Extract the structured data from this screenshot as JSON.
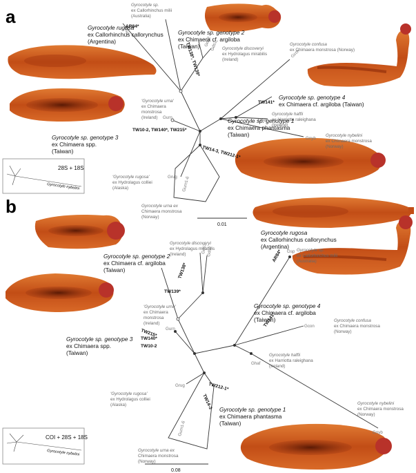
{
  "panels": [
    {
      "letter": "a",
      "inset_label": "28S + 18S",
      "inset_species": "Gyrocotyle nybelini",
      "scale_value": "0.01",
      "support_labels": [
        "AR84*",
        "TW138*, TW139*",
        "TW141*",
        "TW10-2, TW140*, TW215*",
        "TW14-3, TW212-1*"
      ],
      "tips": [
        "Gsp",
        "Gds2",
        "Gds1",
        "Gcon",
        "Ghaf",
        "Gnyb",
        "Gurn",
        "Grug",
        "Gurn1-6"
      ],
      "labels": [
        {
          "lines": [
            "Gyrocotyle rugosa",
            "ex Callorhinchus callorynchus",
            "(Argentina)"
          ]
        },
        {
          "lines": [
            "Gyrocotyle sp.",
            "ex Callorhinchus milii",
            "(Australia)"
          ]
        },
        {
          "lines": [
            "Gyrocotyle sp. genotype 2",
            "ex Chimaera cf. argiloba",
            "(Taiwan)"
          ]
        },
        {
          "lines": [
            "Gyrocotyle discoveryi",
            "ex Hydrolagus mirabilis",
            "(Ireland)"
          ]
        },
        {
          "lines": [
            "Gyrocotyle confusa",
            "ex Chimaera monstrosa (Norway)"
          ]
        },
        {
          "lines": [
            "Gyrocotyle sp. genotype 4",
            "ex Chimaera cf. argiloba (Taiwan)"
          ]
        },
        {
          "lines": [
            "'Gyrocotyle urna'",
            "ex Chimaera",
            "monstrosa",
            "(Ireland)"
          ]
        },
        {
          "lines": [
            "Gyrocotyle haffii",
            "ex Harriotta raleighana",
            "(Ireland)"
          ]
        },
        {
          "lines": [
            "Gyrocotyle sp. genotype 3",
            "ex Chimaera spp.",
            "(Taiwan)"
          ]
        },
        {
          "lines": [
            "Gyrocotyle nybelini",
            "ex Chimaera monstrosa",
            "(Norway)"
          ]
        },
        {
          "lines": [
            "Gyrocotyle sp. genotype 1",
            "ex Chimaera phantasma",
            "(Taiwan)"
          ]
        },
        {
          "lines": [
            "'Gyrocotyle rugosa'",
            "ex Hydrolagus colliei",
            "(Alaska)"
          ]
        },
        {
          "lines": [
            "Gyrocotyle urna ex",
            "Chimaera monstrosa",
            "(Norway)"
          ]
        }
      ]
    },
    {
      "letter": "b",
      "inset_label": "COI + 28S + 18S",
      "inset_species": "Gyrocotyle nybelini",
      "scale_value": "0.08",
      "support_labels": [
        "AR84*",
        "TW138*",
        "TW139*",
        "TW141*",
        "TW215*",
        "TW140*",
        "TW10-2",
        "TW212-1*",
        "TW14-3"
      ],
      "tips": [
        "Gsp",
        "Gds1",
        "Gds2",
        "Gcon",
        "Ghaf",
        "Gnyb",
        "Gurn",
        "Grug",
        "Gurn1-6"
      ],
      "labels": [
        {
          "lines": [
            "Gyrocotyle rugosa",
            "ex Callorhinchus callorynchus",
            "(Argentina)"
          ]
        },
        {
          "lines": [
            "Gyrocotyle sp.",
            "ex Callorhinchus milii",
            "(Australia)"
          ]
        },
        {
          "lines": [
            "Gyrocotyle sp. genotype 2",
            "ex Chimaera cf. argiloba",
            "(Taiwan)"
          ]
        },
        {
          "lines": [
            "Gyrocotyle discoveryi",
            "ex Hydrolagus mirabilis",
            "(Ireland)"
          ]
        },
        {
          "lines": [
            "Gyrocotyle sp. genotype 4",
            "ex Chimaera cf. argiloba",
            "(Taiwan)"
          ]
        },
        {
          "lines": [
            "Gyrocotyle confusa",
            "ex Chimaera monstrosa",
            "(Norway)"
          ]
        },
        {
          "lines": [
            "'Gyrocotyle urna'",
            "ex Chimaera",
            "monstrosa",
            "(Ireland)"
          ]
        },
        {
          "lines": [
            "Gyrocotyle sp. genotype 3",
            "ex Chimaera spp.",
            "(Taiwan)"
          ]
        },
        {
          "lines": [
            "Gyrocotyle haffii",
            "ex Harriotta raleighana",
            "(Ireland)"
          ]
        },
        {
          "lines": [
            "'Gyrocotyle rugosa'",
            "ex Hydrolagus colliei",
            "(Alaska)"
          ]
        },
        {
          "lines": [
            "Gyrocotyle sp. genotype 1",
            "ex Chimaera phantasma",
            "(Taiwan)"
          ]
        },
        {
          "lines": [
            "Gyrocotyle nybelini",
            "ex Chimaera monstrosa",
            "(Norway)"
          ]
        },
        {
          "lines": [
            "Gyrocotyle urna ex",
            "Chimaera monstrosa",
            "(Norway)"
          ]
        }
      ]
    }
  ],
  "colors": {
    "worm_body": "#c8541a",
    "worm_dark": "#7a2608",
    "worm_edge": "#e8893a",
    "rosette": "#b8322a",
    "line": "#333333",
    "grey_text": "#6a6a6a"
  }
}
